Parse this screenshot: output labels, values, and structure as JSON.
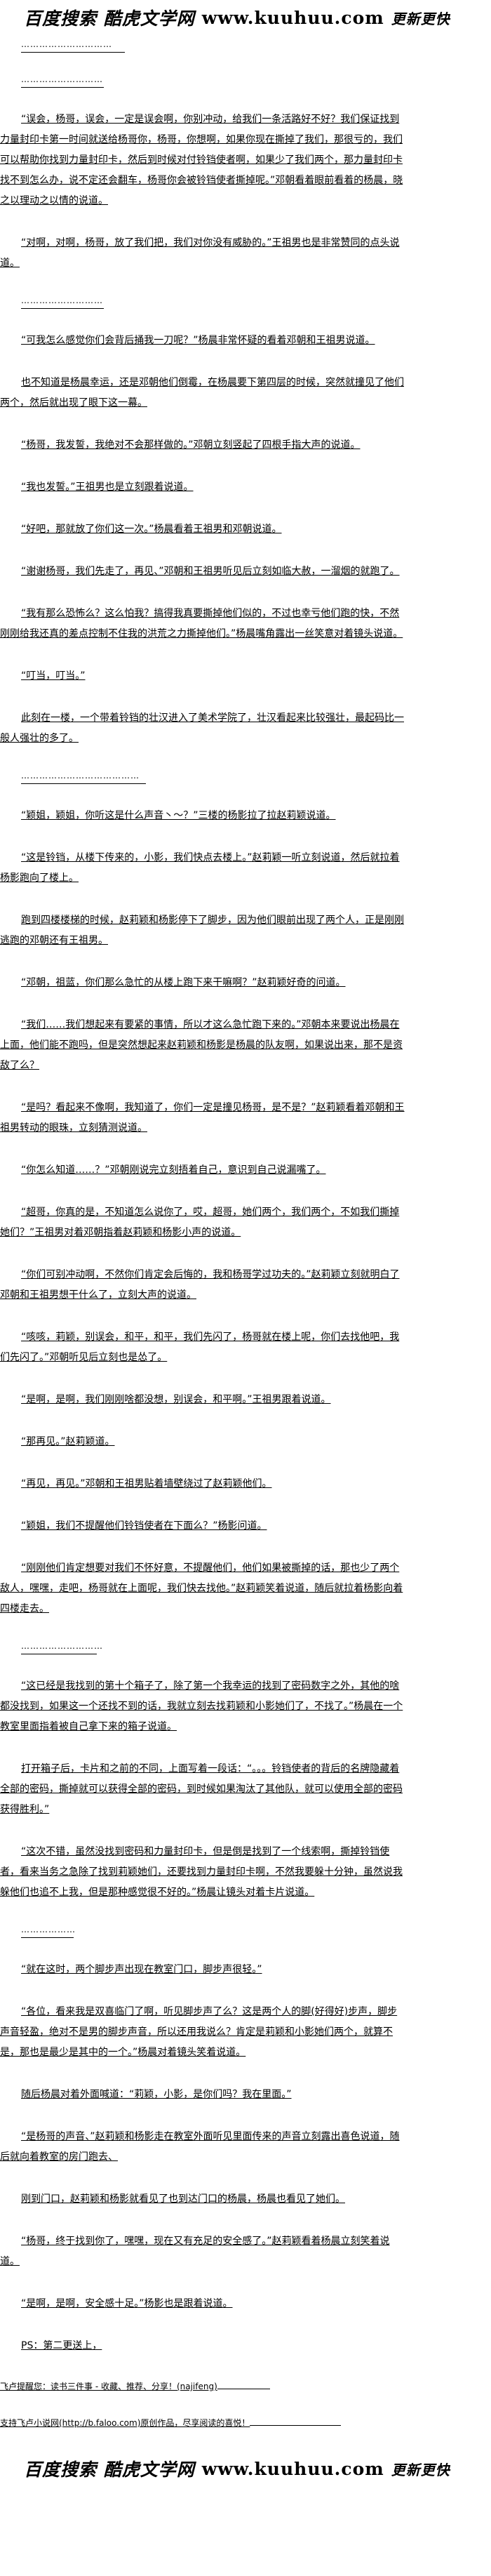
{
  "banner": {
    "search_text": "百度搜索 酷虎文学网",
    "url": "www.kuuhuu.com",
    "tagline": "更新更快"
  },
  "separators": {
    "dots_long": "…………………………",
    "dots_medium": "………………………",
    "dots_xlong": "…………………………………",
    "dots_short": "………………"
  },
  "paragraphs": [
    "“误会，杨哥，误会，一定是误会啊，你别冲动，给我们一条活路好不好？我们保证找到力量封印卡第一时间就送给杨哥你，杨哥，你想啊，如果你现在撕掉了我们，那很亏的，我们可以帮助你找到力量封印卡，然后到时候对付铃铛使者啊，如果少了我们两个，那力量封印卡找不到怎么办，说不定还会翻车，杨哥你会被铃铛使者撕掉呢。”邓朝看着眼前看着的杨晨，晓之以理动之以情的说道。",
    "“对啊，对啊，杨哥，放了我们把，我们对你没有威胁的。”王祖男也是非常赞同的点头说道。",
    "“可我怎么感觉你们会背后捅我一刀呢？”杨晨非常怀疑的看着邓朝和王祖男说道。",
    "也不知道是杨晨幸运，还是邓朝他们倒霉，在杨晨要下第四层的时候，突然就撞见了他们两个，然后就出现了眼下这一幕。",
    "“杨哥，我发誓，我绝对不会那样做的。”邓朝立刻竖起了四根手指大声的说道。",
    "“我也发誓。”王祖男也是立刻跟着说道。",
    "“好吧，那就放了你们这一次。”杨晨看着王祖男和邓朝说道。",
    "“谢谢杨哥，我们先走了，再见、”邓朝和王祖男听见后立刻如临大赦，一溜烟的就跑了。",
    "“我有那么恐怖么？这么怕我？搞得我真要撕掉他们似的，不过也幸亏他们跑的快，不然刚刚给我还真的差点控制不住我的洪荒之力撕掉他们。”杨晨嘴角露出一丝笑意对着镜头说道。",
    "“叮当，叮当。”",
    "此刻在一楼，一个带着铃铛的壮汉进入了美术学院了，壮汉看起来比较强壮，最起码比一般人强壮的多了。",
    "“颖姐，颖姐，你听这是什么声音丶～？”三楼的杨影拉了拉赵莉颖说道。",
    "“这是铃铛，从楼下传来的，小影，我们快点去楼上。”赵莉颖一听立刻说道，然后就拉着杨影跑向了楼上。",
    "跑到四楼楼梯的时候，赵莉颖和杨影停下了脚步，因为他们眼前出现了两个人，正是刚刚逃跑的邓朝还有王祖男。",
    "“邓朝，祖蓝，你们那么急忙的从楼上跑下来干嘛啊？”赵莉颖好奇的问道。",
    "“我们……我们想起来有要紧的事情，所以才这么急忙跑下来的。”邓朝本来要说出杨晨在上面，他们能不跑吗，但是突然想起来赵莉颖和杨影是杨晨的队友啊，如果说出来，那不是资敌了么？",
    "“是吗？看起来不像啊，我知道了，你们一定是撞见杨哥，是不是？”赵莉颖看着邓朝和王祖男转动的眼珠，立刻猜测说道。",
    "“你怎么知道……？”邓朝刚说完立刻捂着自己，意识到自己说漏嘴了。",
    "“超哥，你真的是，不知道怎么说你了，哎，超哥，她们两个，我们两个，不如我们撕掉她们？”王祖男对着邓朝指着赵莉颖和杨影小声的说道。",
    "“你们可别冲动啊，不然你们肯定会后悔的，我和杨哥学过功夫的。”赵莉颖立刻就明白了邓朝和王祖男想干什么了，立刻大声的说道。",
    "“咳咳，莉颖，别误会，和平，和平，我们先闪了，杨哥就在楼上呢，你们去找他吧，我们先闪了。”邓朝听见后立刻也是怂了。",
    "“是啊，是啊，我们刚刚啥都没想，别误会，和平啊。”王祖男跟着说道。",
    "“那再见。”赵莉颖道。",
    "“再见，再见。”邓朝和王祖男贴着墙壁绕过了赵莉颖他们。",
    "“颖姐，我们不提醒他们铃铛使者在下面么？”杨影问道。",
    "“刚刚他们肯定想要对我们不怀好意，不提醒他们，他们如果被撕掉的话，那也少了两个敌人，嘿嘿，走吧，杨哥就在上面呢，我们快去找他。”赵莉颖笑着说道，随后就拉着杨影向着四楼走去。",
    "“这已经是我找到的第十个箱子了，除了第一个我幸运的找到了密码数字之外，其他的啥都没找到，如果这一个还找不到的话，我就立刻去找莉颖和小影她们了，不找了。”杨晨在一个教室里面指着被自己拿下来的箱子说道。",
    "打开箱子后，卡片和之前的不同，上面写着一段话：“。。。铃铛使者的背后的名牌隐藏着全部的密码，撕掉就可以获得全部的密码，到时候如果淘汰了其他队，就可以使用全部的密码获得胜利。”",
    "“这次不错，虽然没找到密码和力量封印卡，但是倒是找到了一个线索啊，撕掉铃铛使者，看来当务之急除了找到莉颖她们，还要找到力量封印卡啊，不然我要躲十分钟，虽然说我躲他们也追不上我，但是那种感觉很不好的。”杨晨让镜头对着卡片说道。",
    "“就在这时，两个脚步声出现在教室门口，脚步声很轻。”",
    "“各位，看来我是双喜临门了啊，听见脚步声了么？这是两个人的脚(好得好)步声，脚步声音轻盈，绝对不是男的脚步声音，所以还用我说么？肯定是莉颖和小影她们两个，就算不是，那也是最少是其中的一个。”杨晨对着镜头笑着说道。",
    "随后杨晨对着外面喊道：“莉颖，小影，是你们吗？我在里面。”",
    "“是杨哥的声音、”赵莉颖和杨影走在教室外面听见里面传来的声音立刻露出喜色说道，随后就向着教室的房门跑去、",
    "刚到门口，赵莉颖和杨影就看见了也到达门口的杨晨，杨晨也看见了她们。",
    "“杨哥，终于找到你了，嘿嘿，现在又有充足的安全感了。”赵莉颖看着杨晨立刻笑着说道。",
    "“是啊，是啊，安全感十足。”杨影也是跟着说道。",
    "PS：第二更送上，"
  ],
  "footer": {
    "reminder": "飞卢提醒您：读书三件事 - 收藏、推荐、分享！(najifeng)",
    "support": "支持飞卢小说网(http://b.faloo.com)原创作品，尽享阅读的喜悦！"
  }
}
